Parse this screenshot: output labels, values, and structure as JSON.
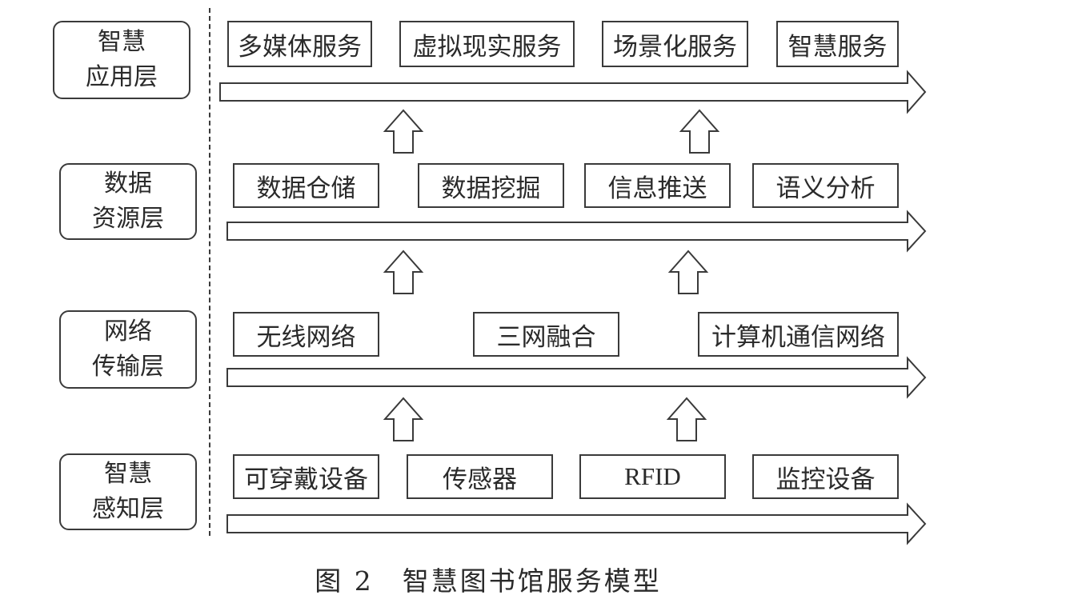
{
  "layers": [
    {
      "name_line1": "智慧",
      "name_line2": "应用层",
      "items": [
        "多媒体服务",
        "虚拟现实服务",
        "场景化服务",
        "智慧服务"
      ]
    },
    {
      "name_line1": "数据",
      "name_line2": "资源层",
      "items": [
        "数据仓储",
        "数据挖掘",
        "信息推送",
        "语义分析"
      ]
    },
    {
      "name_line1": "网络",
      "name_line2": "传输层",
      "items": [
        "无线网络",
        "三网融合",
        "计算机通信网络"
      ]
    },
    {
      "name_line1": "智慧",
      "name_line2": "感知层",
      "items": [
        "可穿戴设备",
        "传感器",
        "RFID",
        "监控设备"
      ]
    }
  ],
  "caption": "图 2　智慧图书馆服务模型"
}
